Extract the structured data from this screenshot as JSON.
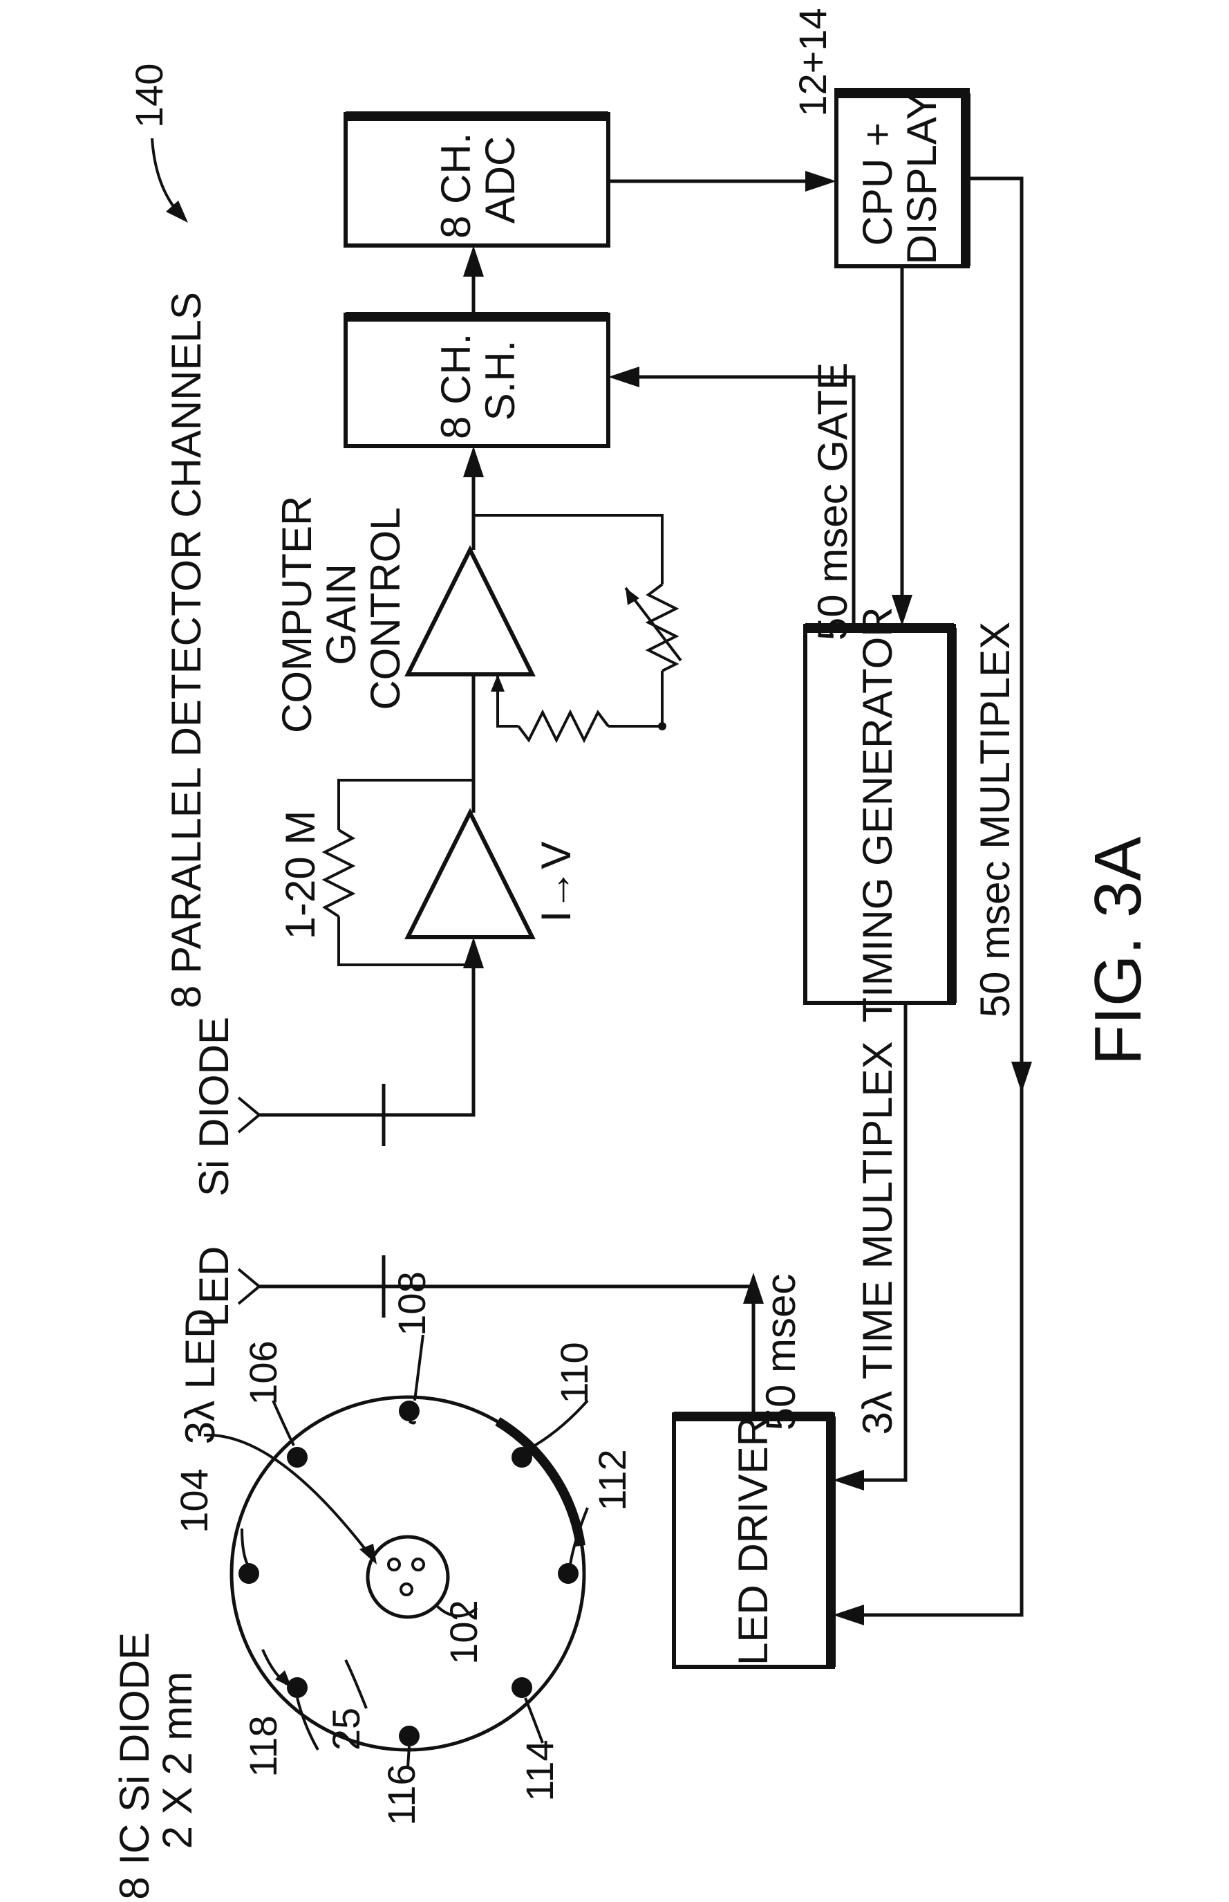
{
  "figure": {
    "ref_140": "140",
    "title": "8 PARALLEL DETECTOR CHANNELS",
    "led_label": "LED",
    "si_diode_label": "Si DIODE",
    "resistor_label": "1-20 M",
    "iv_label": "I→V",
    "gain_control": [
      "COMPUTER",
      "GAIN",
      "CONTROL"
    ],
    "sh_box": [
      "8 CH.",
      "S.H."
    ],
    "adc_box": [
      "8 CH.",
      "ADC"
    ],
    "cpu_box": [
      "CPU +",
      "DISPLAY"
    ],
    "cpu_ref": "12+14",
    "gate_label": "50 msec GATE",
    "timing_box": "TIMING GENERATOR",
    "multiplex_label": "50 msec MULTIPLEX",
    "time_multiplex_label": "3λ TIME MULTIPLEX",
    "msec_label": "50 msec",
    "led_driver_box": "LED DRIVER",
    "led3_label": "3λ LED",
    "diode_label": [
      "8 IC Si DIODE",
      "2 X 2 mm"
    ],
    "refs": {
      "r102": "102",
      "r104": "104",
      "r106": "106",
      "r108": "108",
      "r110": "110",
      "r112": "112",
      "r114": "114",
      "r116": "116",
      "r118": "118",
      "r25": "25"
    },
    "fig_label": "FIG. 3A"
  }
}
